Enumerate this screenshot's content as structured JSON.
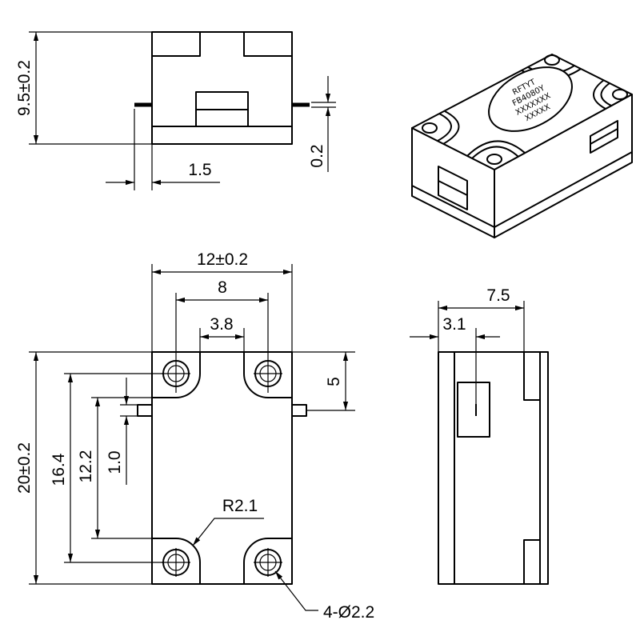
{
  "drawing": {
    "front_view": {
      "height_dim": "9.5±0.2",
      "pin_length_dim": "1.5",
      "pin_thickness_dim": "0.2"
    },
    "isometric_view": {
      "label_lines": [
        "RFTYT",
        "FB4080Y",
        "XXXXXXX",
        "XXXXX"
      ]
    },
    "top_view": {
      "width_dim": "12±0.2",
      "hole_pitch_x_dim": "8",
      "center_gap_dim": "3.8",
      "pin_position_dim": "5",
      "length_dim": "20±0.2",
      "hole_pitch_y_dim": "16.4",
      "body_length_dim": "12.2",
      "pin_width_dim": "1.0",
      "corner_radius_label": "R2.1",
      "hole_callout": "4-Ø2.2"
    },
    "side_view": {
      "depth_dim": "7.5",
      "pin_offset_dim": "3.1"
    }
  }
}
